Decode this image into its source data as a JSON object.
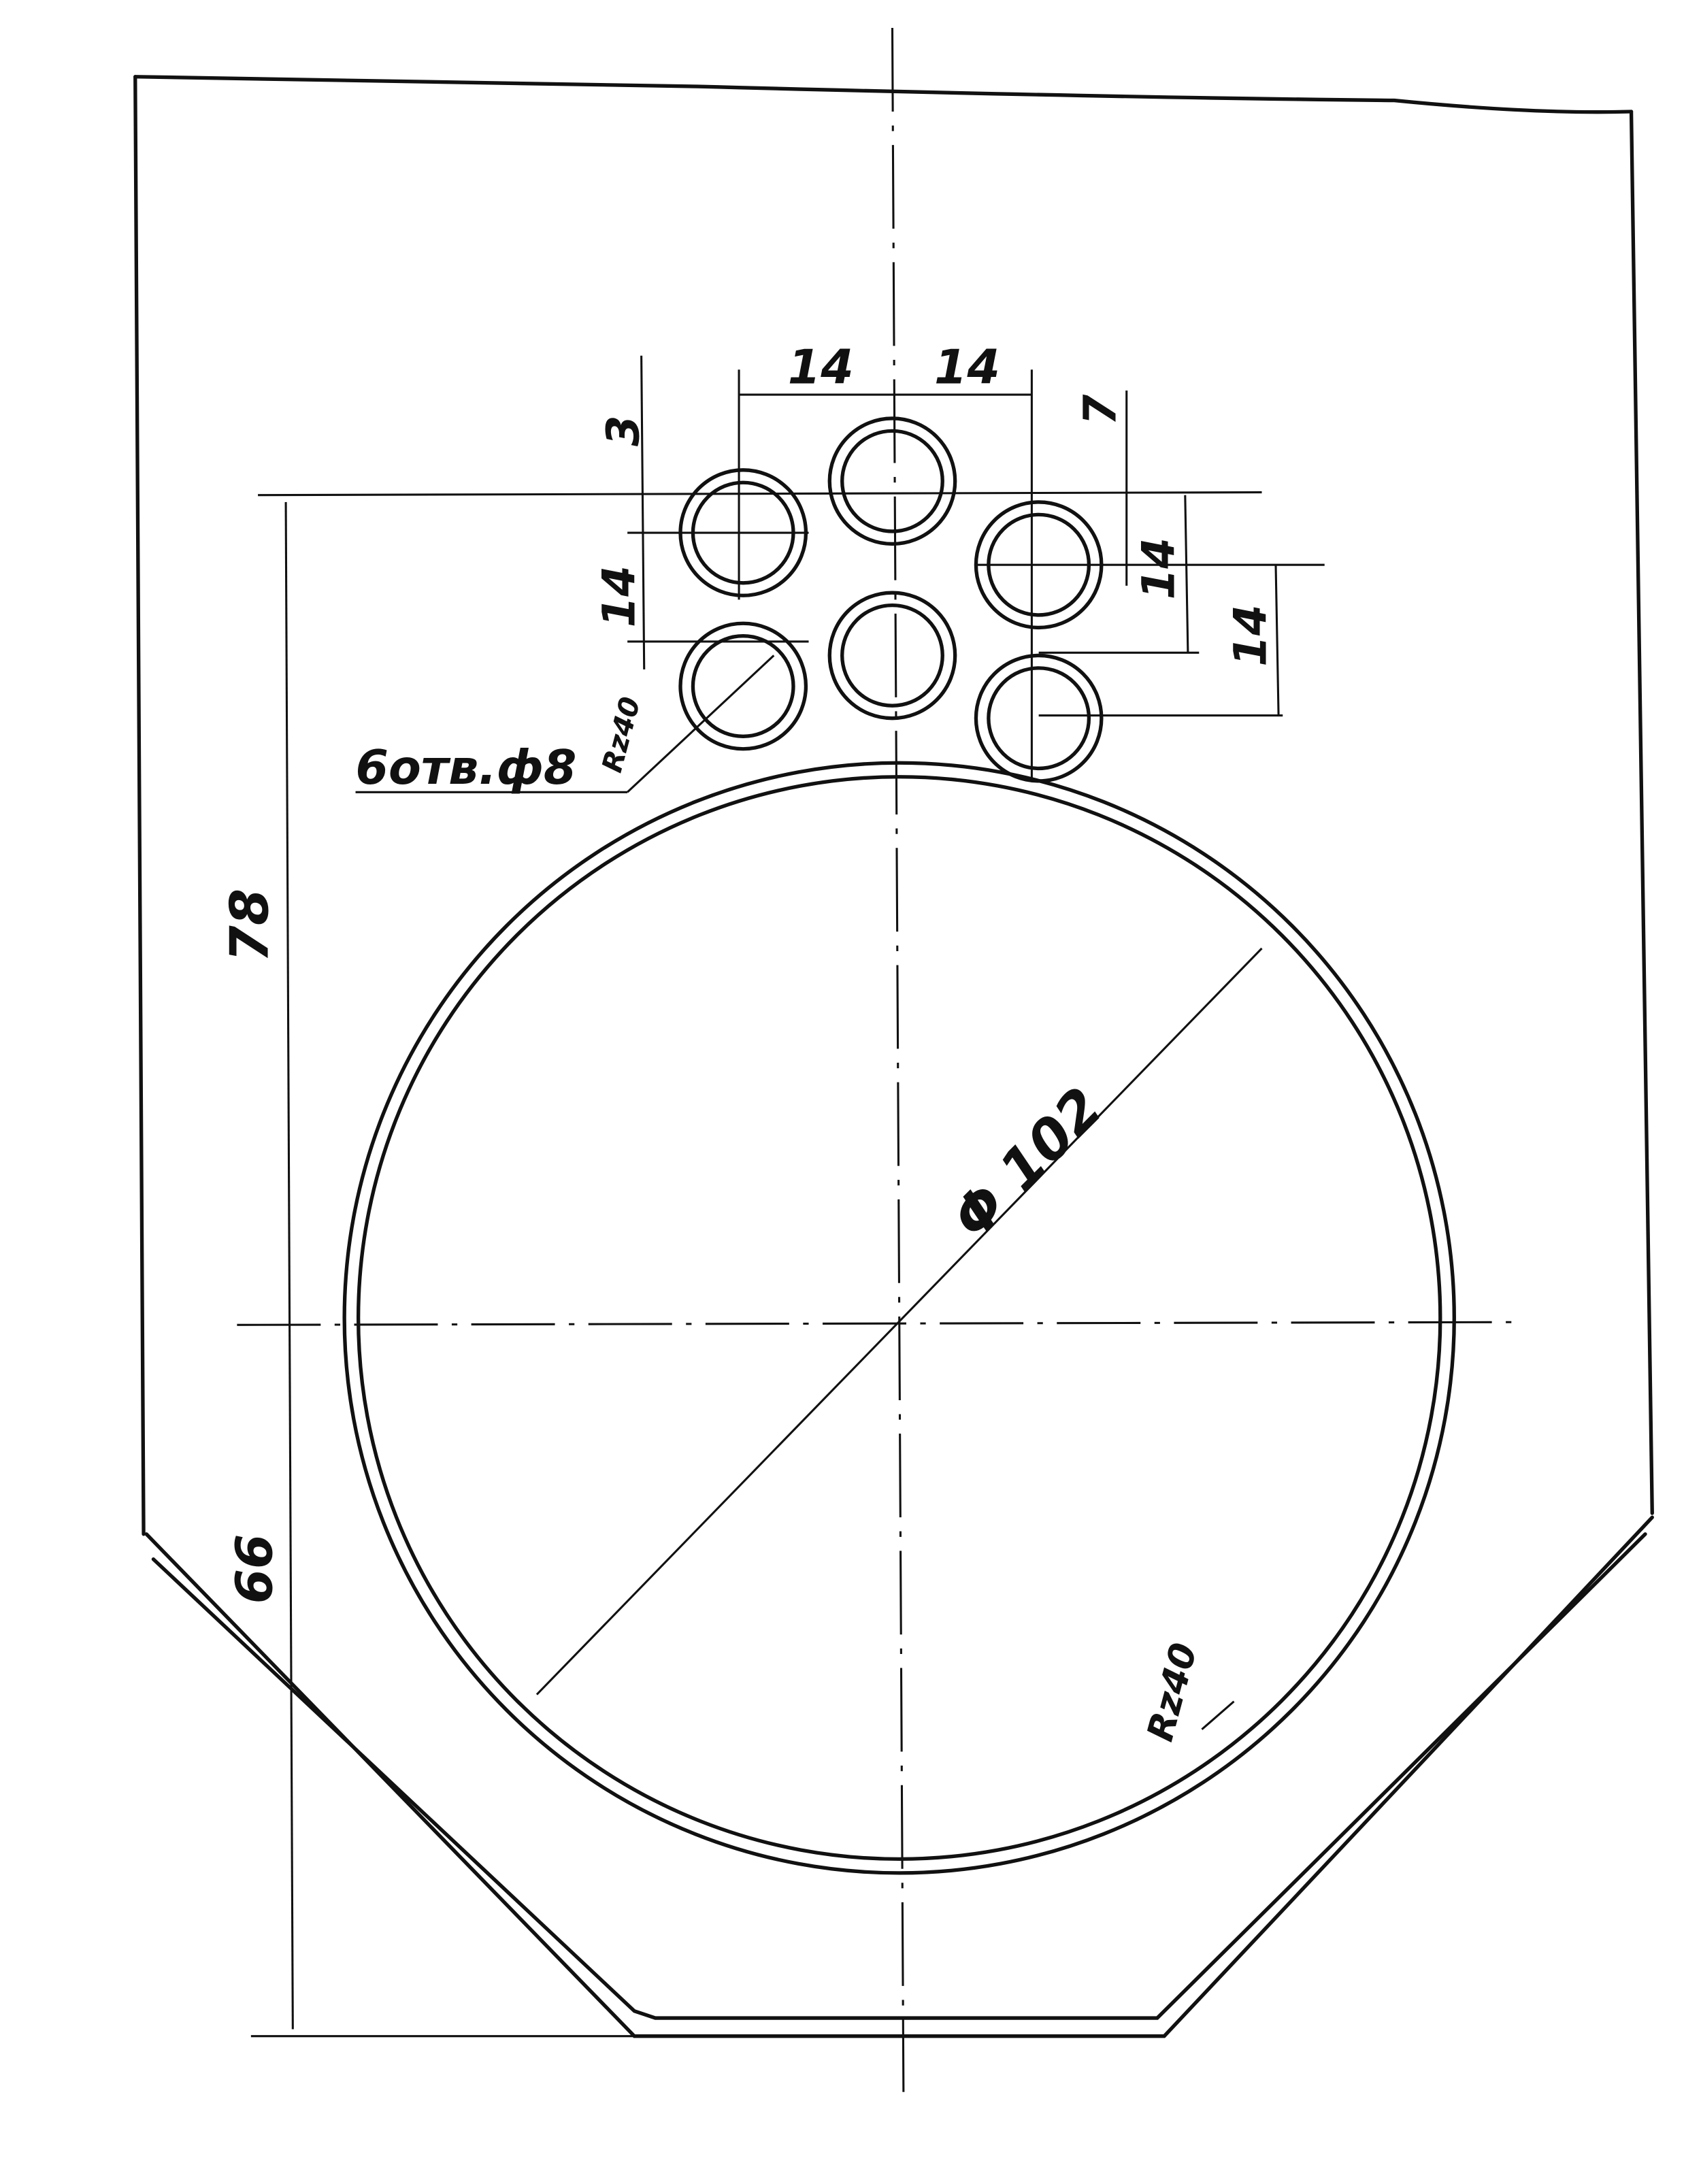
{
  "drawing": {
    "dimensions": {
      "overall_upper": "78",
      "overall_lower": "66",
      "main_diameter": "Φ 102",
      "hole_pitch_left": "14",
      "hole_pitch_right": "14",
      "offset_left": "3",
      "offset_right": "7",
      "vertical_pitch_left": "14",
      "vertical_pitch_right": "14",
      "vertical_pitch_far_right": "14"
    },
    "notes": {
      "holes": "6отв.ф8",
      "holes_roughness": "Rz40",
      "bore_roughness": "Rz40"
    }
  }
}
